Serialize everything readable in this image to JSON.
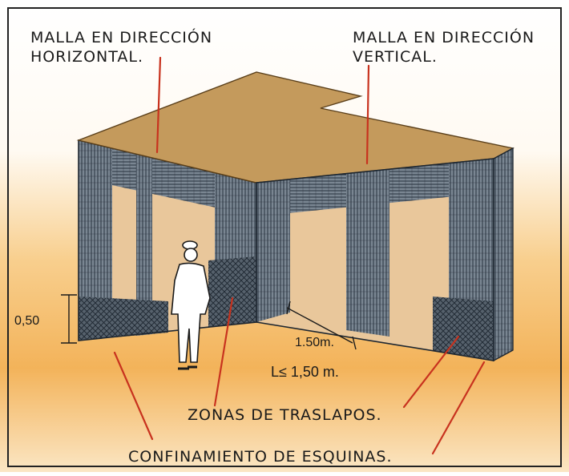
{
  "labels": {
    "horizontal_mesh": [
      "MALLA EN DIRECCIÓN",
      "HORIZONTAL."
    ],
    "vertical_mesh": [
      "MALLA EN DIRECCIÓN",
      "VERTICAL."
    ],
    "overlap_zones": "ZONAS DE TRASLAPOS.",
    "corner_confinement": "CONFINAMIENTO DE ESQUINAS."
  },
  "dimensions": {
    "height": "0,50",
    "spacing": "1.50m.",
    "max_length": "L≤ 1,50 m."
  },
  "colors": {
    "leader_lines": "#c8321e",
    "wall_plaster": "#e9c79b",
    "mesh_band": "#6e7a86",
    "cap_top": "#c49a5c",
    "background_glow": "#f4b45a"
  }
}
